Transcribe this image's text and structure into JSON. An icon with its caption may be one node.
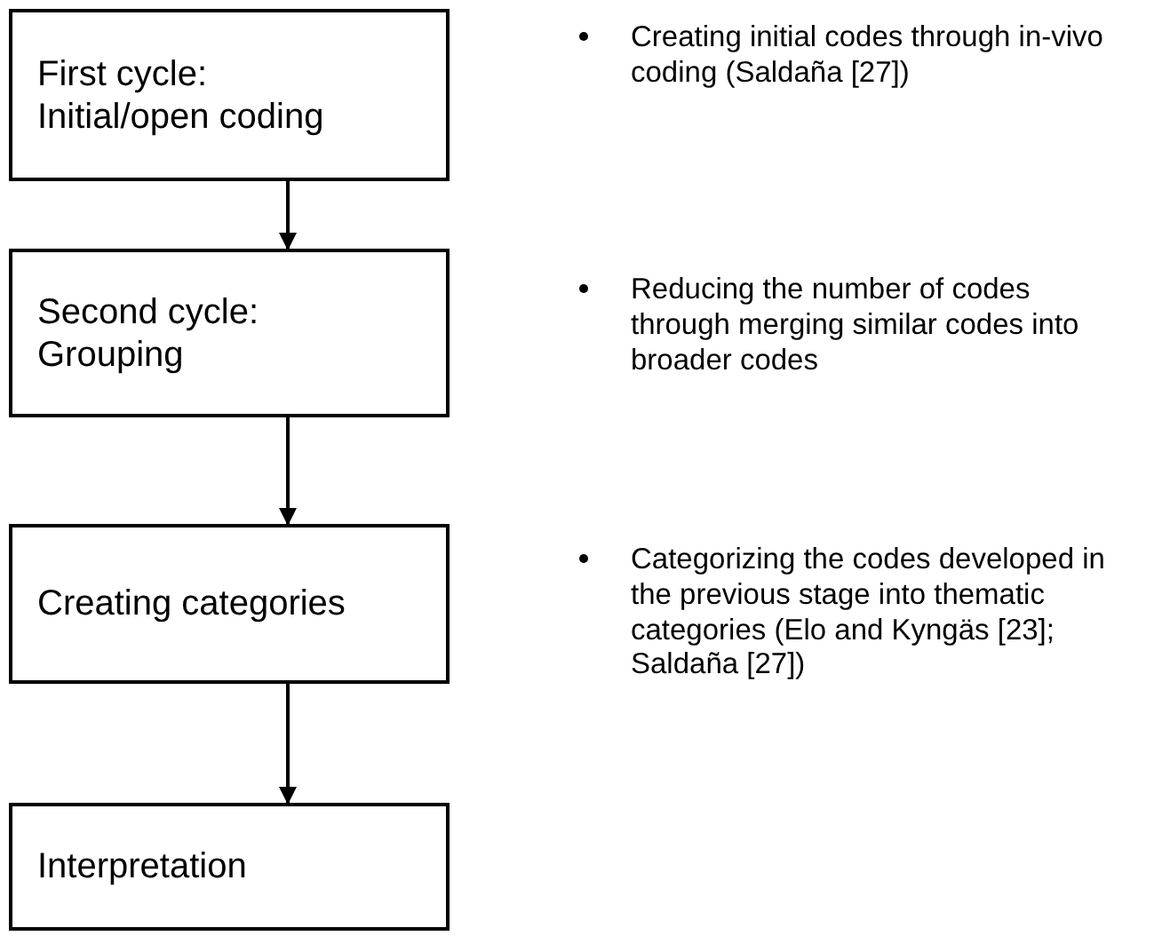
{
  "diagram": {
    "nodes": [
      {
        "text": [
          "First cycle:",
          "Initial/open coding"
        ]
      },
      {
        "text": [
          "Second cycle:",
          "Grouping"
        ]
      },
      {
        "text": [
          "Creating categories"
        ]
      },
      {
        "text": [
          "Interpretation"
        ]
      }
    ],
    "edges": [
      {
        "from": 0,
        "to": 1,
        "arrow": "to"
      },
      {
        "from": 1,
        "to": 2,
        "arrow": "to"
      },
      {
        "from": 2,
        "to": 3,
        "arrow": "to"
      }
    ],
    "labels": [
      "Creating initial codes through in-vivo coding (Saldaña [27])",
      "Reducing the number of codes through merging similar codes into broader codes",
      "Categorizing the codes developed in the previous stage into thematic categories (Elo and Kyngäs [23]; Saldaña [27])"
    ]
  }
}
